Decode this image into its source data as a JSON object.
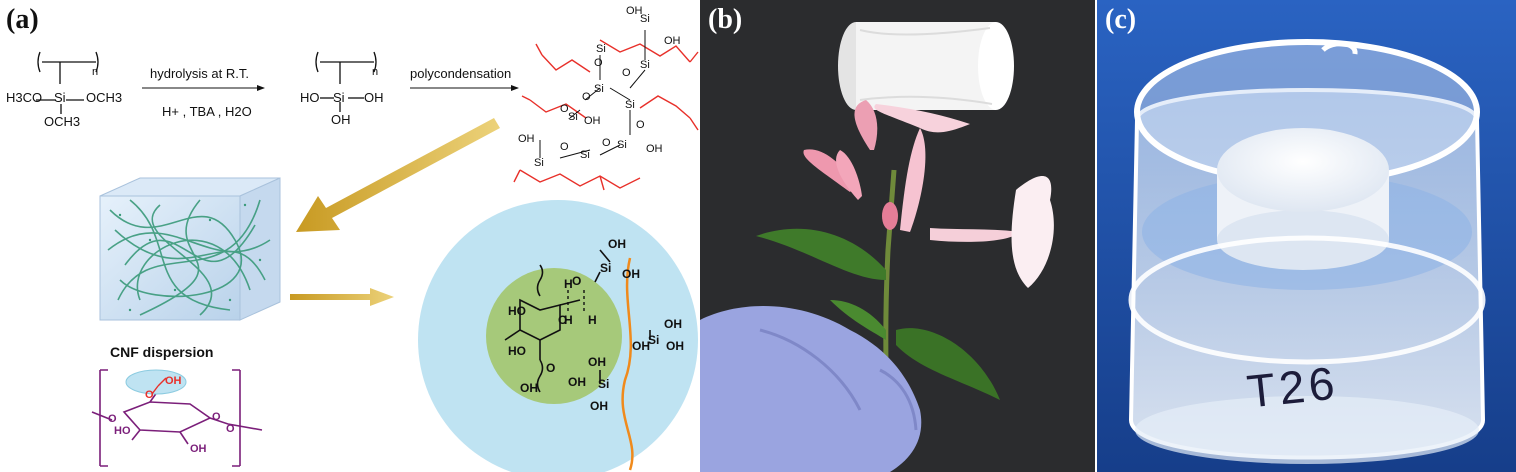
{
  "panel_a": {
    "label": "(a)",
    "monomer": {
      "sub_n": "n",
      "left_group": "H3CO",
      "si": "Si",
      "right_group": "OCH3",
      "bottom_group": "OCH3"
    },
    "step1": {
      "line1": "hydrolysis at R.T.",
      "line2": "H+ , TBA , H2O"
    },
    "silanol": {
      "sub_n": "n",
      "ho_left": "HO",
      "si": "Si",
      "oh_right": "OH",
      "oh_bottom": "OH"
    },
    "step2": {
      "label": "polycondensation"
    },
    "network": {
      "si": "Si",
      "o": "O",
      "oh": "OH"
    },
    "cnf": {
      "label": "CNF dispersion",
      "oh_red": "OH",
      "o_red": "O",
      "ho": "HO",
      "oh": "OH",
      "o": "O"
    },
    "interface": {
      "ho": "HO",
      "oh": "OH",
      "o": "O",
      "h": "H",
      "si": "Si"
    }
  },
  "panel_b": {
    "label": "(b)"
  },
  "panel_c": {
    "label": "(c)",
    "jar_text": "T26"
  },
  "colors": {
    "red_bonds": "#e8302a",
    "cnf_purple": "#7b1f7a",
    "arrow_gold": "#d9b23c",
    "circle_blue": "#bfe3f2",
    "cellulose_green": "#a6c97a",
    "orange_chain": "#f08a1c",
    "fiber_green": "#3a9a7a",
    "blue_bg": "#1f4fa6"
  }
}
